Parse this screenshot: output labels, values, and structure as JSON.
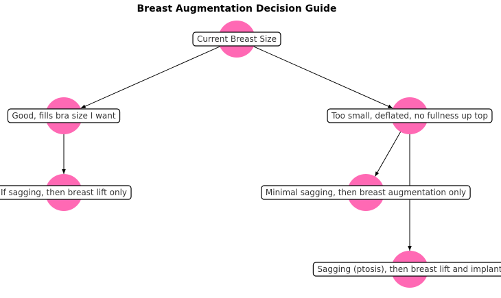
{
  "title": "Breast Augmentation Decision Guide",
  "colors": {
    "node_fill": "#ff69b4",
    "edge": "#000000",
    "label_text": "#333333",
    "label_bg": "#ffffff",
    "label_border": "#000000"
  },
  "nodes": [
    {
      "id": "root",
      "label": "Current Breast Size"
    },
    {
      "id": "good",
      "label": "Good, fills bra size I want"
    },
    {
      "id": "small",
      "label": "Too small, deflated, no fullness up top"
    },
    {
      "id": "lift-only",
      "label": "If sagging, then breast lift only"
    },
    {
      "id": "aug-only",
      "label": "Minimal sagging, then breast augmentation only"
    },
    {
      "id": "lift-implant",
      "label": "Sagging (ptosis), then breast lift and implant"
    }
  ],
  "edges": [
    {
      "from": "root",
      "to": "good"
    },
    {
      "from": "root",
      "to": "small"
    },
    {
      "from": "good",
      "to": "lift-only"
    },
    {
      "from": "small",
      "to": "aug-only"
    },
    {
      "from": "small",
      "to": "lift-implant"
    }
  ]
}
